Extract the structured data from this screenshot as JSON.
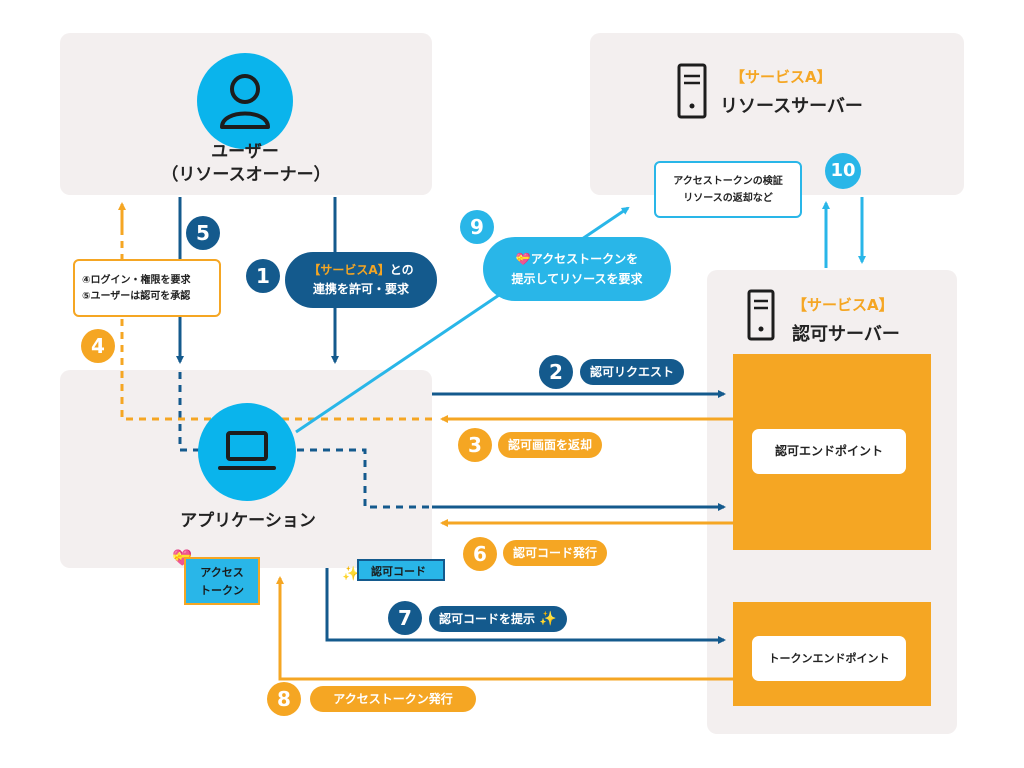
{
  "colors": {
    "navy": "#145a8d",
    "orange": "#f5a623",
    "cyan": "#29b6e8",
    "panel": "#f3efef"
  },
  "user": {
    "title": "ユーザー",
    "subtitle": "（リソースオーナー）",
    "icon": "person-icon"
  },
  "app": {
    "title": "アプリケーション",
    "icon": "laptop-icon"
  },
  "resource_server": {
    "service": "【サービスA】",
    "title": "リソースサーバー",
    "icon": "server-icon",
    "note_line1": "アクセストークンの検証",
    "note_line2": "リソースの返却など"
  },
  "auth_server": {
    "service": "【サービスA】",
    "title": "認可サーバー",
    "icon": "server-icon",
    "authorize_endpoint": "認可エンドポイント",
    "token_endpoint": "トークンエンドポイント"
  },
  "steps": {
    "s1": {
      "num": "1",
      "line1_prefix": "【サービスA】",
      "line1_suffix": "との",
      "line2": "連携を許可・要求"
    },
    "s2": {
      "num": "2",
      "label": "認可リクエスト"
    },
    "s3": {
      "num": "3",
      "label": "認可画面を返却"
    },
    "s4": {
      "num": "4",
      "line1": "④ログイン・権限を要求",
      "line2": "⑤ユーザーは認可を承認"
    },
    "s5": {
      "num": "5"
    },
    "s6": {
      "num": "6",
      "label": "認可コード発行"
    },
    "s7": {
      "num": "7",
      "label": "認可コードを提示"
    },
    "s8": {
      "num": "8",
      "label": "アクセストークン発行"
    },
    "s9": {
      "num": "9",
      "line1": "アクセストークンを",
      "line2": "提示してリソースを要求"
    },
    "s10": {
      "num": "10"
    }
  },
  "tags": {
    "auth_code": "認可コード",
    "access_token_line1": "アクセス",
    "access_token_line2": "トークン"
  }
}
